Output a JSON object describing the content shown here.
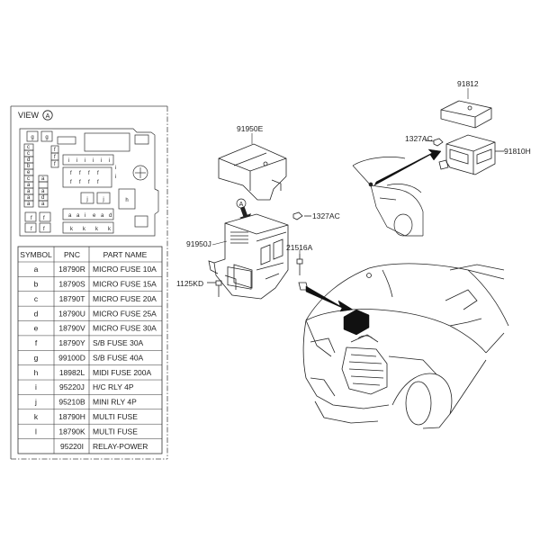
{
  "view_label": "VIEW",
  "view_marker": "A",
  "fuse_grid_labels": {
    "left_column": [
      "g",
      "g",
      "c",
      "c",
      "d",
      "b",
      "e",
      "c",
      "a",
      "a",
      "a",
      "a",
      "a",
      "d",
      "a",
      "a",
      "f",
      "f"
    ],
    "top_row": [
      "f",
      "f"
    ],
    "upper_middle": [
      "i",
      "i",
      "i",
      "i",
      "i",
      "i"
    ],
    "f_group": [
      "f",
      "f",
      "f",
      "f",
      "f",
      "f",
      "f",
      "f"
    ],
    "h_cell": "h",
    "j_row": [
      "j",
      "j"
    ],
    "lower_row": [
      "a",
      "a",
      "i",
      "e",
      "a",
      "d"
    ],
    "bottom_row": [
      "k",
      "k",
      "k",
      "k"
    ],
    "upper_f": [
      "f",
      "f",
      "f"
    ],
    "mid_i": [
      "i",
      "i"
    ]
  },
  "table": {
    "headers": [
      "SYMBOL",
      "PNC",
      "PART NAME"
    ],
    "rows": [
      {
        "symbol": "a",
        "pnc": "18790R",
        "name": "MICRO FUSE 10A"
      },
      {
        "symbol": "b",
        "pnc": "18790S",
        "name": "MICRO FUSE 15A"
      },
      {
        "symbol": "c",
        "pnc": "18790T",
        "name": "MICRO FUSE 20A"
      },
      {
        "symbol": "d",
        "pnc": "18790U",
        "name": "MICRO FUSE 25A"
      },
      {
        "symbol": "e",
        "pnc": "18790V",
        "name": "MICRO FUSE 30A"
      },
      {
        "symbol": "f",
        "pnc": "18790Y",
        "name": "S/B FUSE 30A"
      },
      {
        "symbol": "g",
        "pnc": "99100D",
        "name": "S/B FUSE 40A"
      },
      {
        "symbol": "h",
        "pnc": "18982L",
        "name": "MIDI FUSE 200A"
      },
      {
        "symbol": "i",
        "pnc": "95220J",
        "name": "H/C RLY 4P"
      },
      {
        "symbol": "j",
        "pnc": "95210B",
        "name": "MINI RLY 4P"
      },
      {
        "symbol": "k",
        "pnc": "18790H",
        "name": "MULTI FUSE"
      },
      {
        "symbol": "l",
        "pnc": "18790K",
        "name": "MULTI FUSE"
      },
      {
        "symbol": "",
        "pnc": "95220I",
        "name": "RELAY-POWER"
      }
    ]
  },
  "callouts": {
    "cover": "91950E",
    "fuse_box": "91950J",
    "nut_right": "1327AC",
    "bolt": "21516A",
    "bolt_left": "1125KD",
    "arrow_a": "A",
    "battery_cover": "91812",
    "battery_nut": "1327AC",
    "battery_box": "91810H"
  }
}
